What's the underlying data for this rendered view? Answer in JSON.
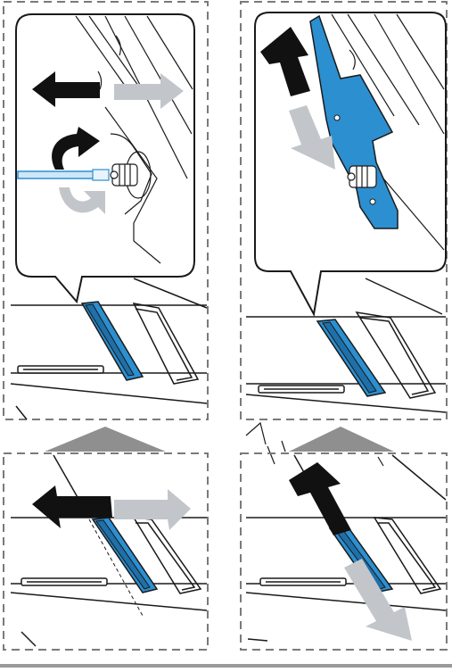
{
  "colors": {
    "accent_blue": "#2b8fd0",
    "arrow_black": "#111111",
    "arrow_gray": "#c2c6ca",
    "frame_dash": "#7a7a7a",
    "line": "#1a1a1a",
    "up_triangle": "#8f8f8f",
    "bottom_rule": "#9a9a9a"
  },
  "panels": [
    {
      "id": "top-left",
      "description_icon": "rotate-arrow-icon"
    },
    {
      "id": "top-right",
      "description_icon": "up-down-arrow-icon"
    },
    {
      "id": "bottom-left",
      "description_icon": "left-right-arrow-icon"
    },
    {
      "id": "bottom-right",
      "description_icon": "up-down-arrow-icon"
    }
  ],
  "icons": [
    "left-arrow-icon",
    "right-arrow-icon",
    "rotate-clockwise-icon",
    "rotate-counterclockwise-icon",
    "up-arrow-icon",
    "down-arrow-icon",
    "up-triangle-icon"
  ]
}
